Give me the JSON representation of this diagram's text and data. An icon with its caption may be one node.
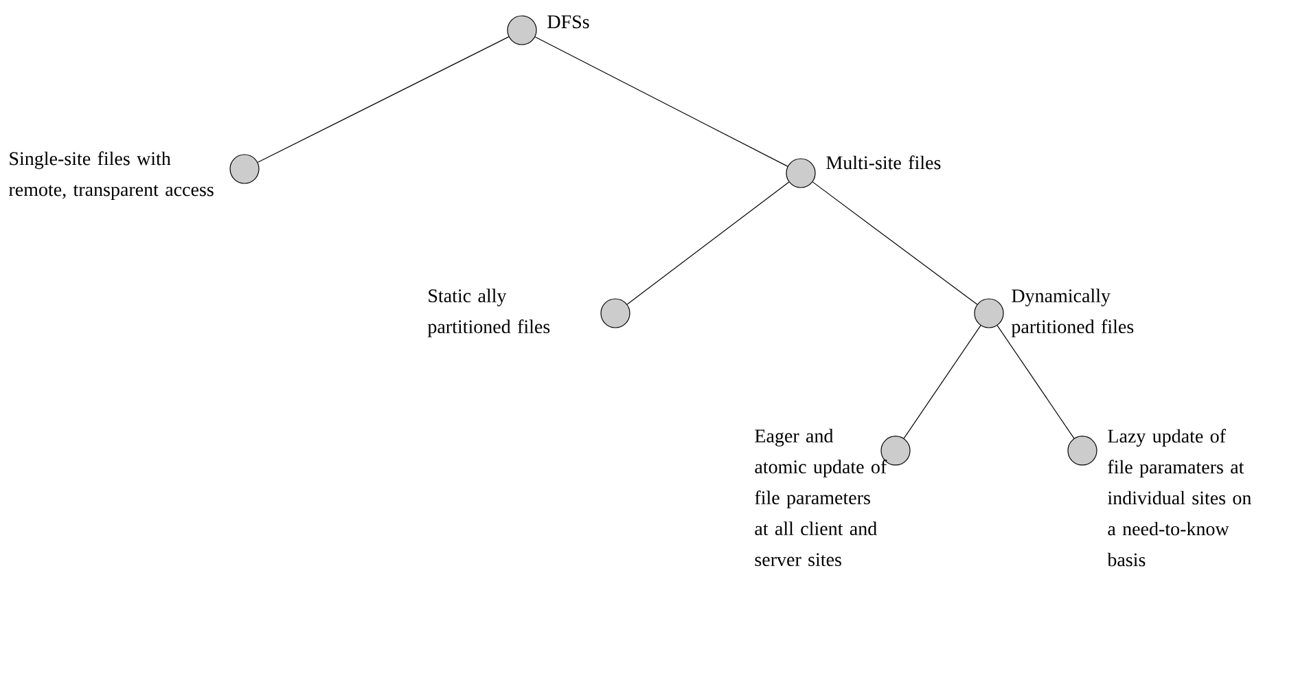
{
  "diagram": {
    "nodes": [
      {
        "text": [
          "DFSs"
        ]
      },
      {
        "text": [
          "Single-site files with remote, transparent access"
        ]
      },
      {
        "text": [
          "Multi-site files"
        ]
      },
      {
        "text": [
          "Static ally partitioned files"
        ]
      },
      {
        "text": [
          "Dynamically partitioned files"
        ]
      },
      {
        "text": [
          "Eager and atomic update of file parameters at all client and server sites"
        ]
      },
      {
        "text": [
          "Lazy update of file paramaters at individual sites on a need-to-know basis"
        ]
      }
    ],
    "edges": [
      {
        "from": 0,
        "to": 1,
        "arrow": "none"
      },
      {
        "from": 0,
        "to": 2,
        "arrow": "none"
      },
      {
        "from": 2,
        "to": 3,
        "arrow": "none"
      },
      {
        "from": 2,
        "to": 4,
        "arrow": "none"
      },
      {
        "from": 4,
        "to": 5,
        "arrow": "none"
      },
      {
        "from": 4,
        "to": 6,
        "arrow": "none"
      }
    ]
  }
}
